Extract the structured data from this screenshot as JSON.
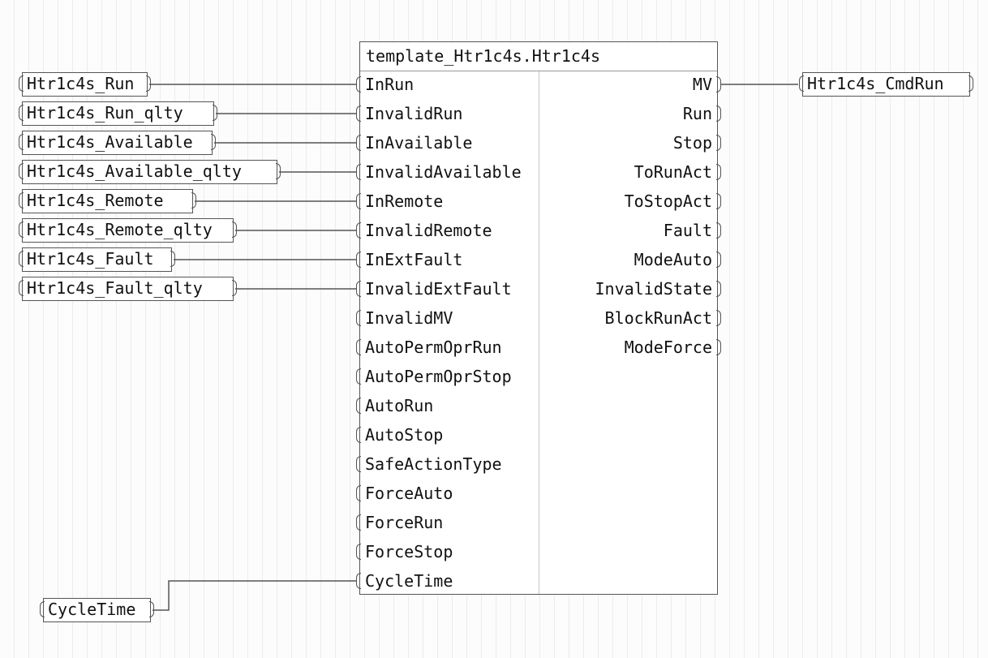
{
  "block": {
    "title": "template_Htr1c4s.Htr1c4s",
    "inputs": [
      "InRun",
      "InvalidRun",
      "InAvailable",
      "InvalidAvailable",
      "InRemote",
      "InvalidRemote",
      "InExtFault",
      "InvalidExtFault",
      "InvalidMV",
      "AutoPermOprRun",
      "AutoPermOprStop",
      "AutoRun",
      "AutoStop",
      "SafeActionType",
      "ForceAuto",
      "ForceRun",
      "ForceStop",
      "CycleTime"
    ],
    "outputs": [
      "MV",
      "Run",
      "Stop",
      "ToRunAct",
      "ToStopAct",
      "Fault",
      "ModeAuto",
      "InvalidState",
      "BlockRunAct",
      "ModeForce"
    ]
  },
  "input_vars": [
    {
      "label": "Htr1c4s_Run",
      "pin": "InRun"
    },
    {
      "label": "Htr1c4s_Run_qlty",
      "pin": "InvalidRun"
    },
    {
      "label": "Htr1c4s_Available",
      "pin": "InAvailable"
    },
    {
      "label": "Htr1c4s_Available_qlty",
      "pin": "InvalidAvailable"
    },
    {
      "label": "Htr1c4s_Remote",
      "pin": "InRemote"
    },
    {
      "label": "Htr1c4s_Remote_qlty",
      "pin": "InvalidRemote"
    },
    {
      "label": "Htr1c4s_Fault",
      "pin": "InExtFault"
    },
    {
      "label": "Htr1c4s_Fault_qlty",
      "pin": "InvalidExtFault"
    },
    {
      "label": "CycleTime",
      "pin": "CycleTime"
    }
  ],
  "output_vars": [
    {
      "label": "Htr1c4s_CmdRun",
      "pin": "MV"
    }
  ]
}
